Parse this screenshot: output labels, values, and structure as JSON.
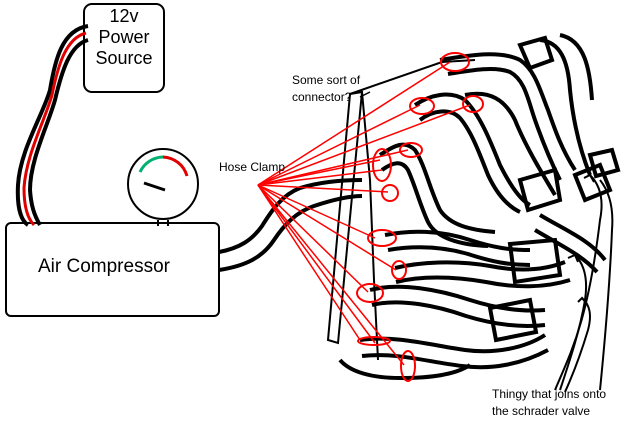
{
  "diagram": {
    "power_source_label": "12v\nPower\nSource",
    "compressor_label": "Air Compressor",
    "connector_label": "Some sort of\nconnector?",
    "hose_clamp_label": "Hose Clamp",
    "schrader_label": "Thingy that joins onto\nthe schrader valve"
  },
  "colors": {
    "ink": "#000000",
    "wire": "#e00000",
    "annotation": "#ff0000",
    "gauge_green": "#00b070",
    "gauge_red": "#e00000"
  }
}
